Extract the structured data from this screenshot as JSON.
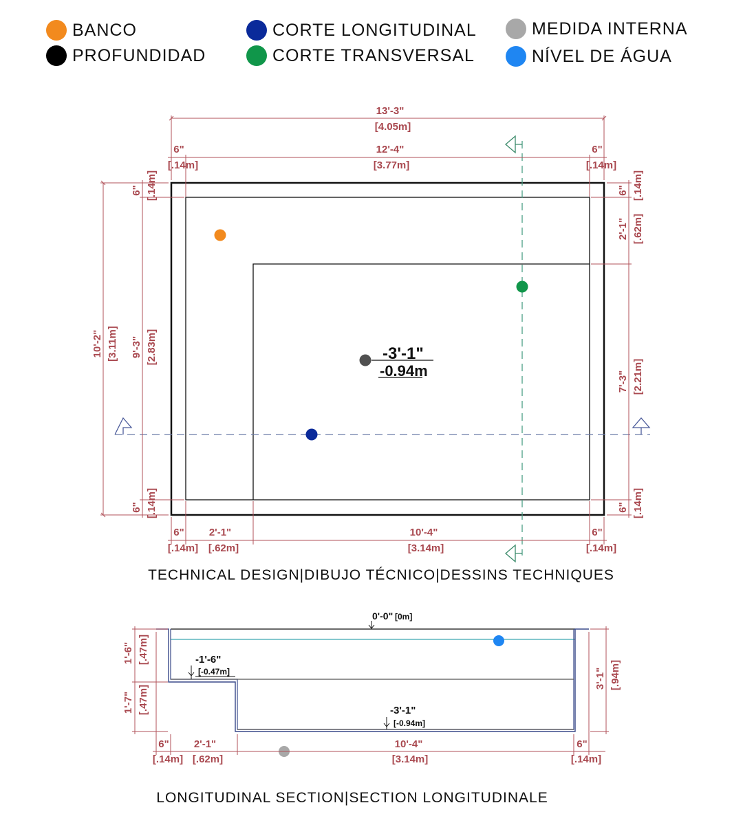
{
  "legend": [
    {
      "label": "BANCO",
      "color": "#f28a1e"
    },
    {
      "label": "PROFUNDIDAD",
      "color": "#000000"
    },
    {
      "label": "CORTE LONGITUDINAL",
      "color": "#0a2a9a"
    },
    {
      "label": "CORTE TRANSVERSAL",
      "color": "#10964a"
    },
    {
      "label": "MEDIDA INTERNA",
      "color": "#a8a8a8"
    },
    {
      "label": "NÍVEL DE ÁGUA",
      "color": "#1f86f2"
    }
  ],
  "plan": {
    "caption": "TECHNICAL DESIGN|DIBUJO TÉCNICO|DESSINS TECHNIQUES",
    "depth_imperial": "-3'-1\"",
    "depth_metric": "-0.94m",
    "top": {
      "total_imperial": "13'-3\"",
      "total_metric": "[4.05m]",
      "left_wall_imperial": "6\"",
      "left_wall_metric": "[.14m]",
      "inner_imperial": "12'-4\"",
      "inner_metric": "[3.77m]",
      "right_wall_imperial": "6\"",
      "right_wall_metric": "[.14m]"
    },
    "bottom": {
      "left_wall_imperial": "6\"",
      "left_wall_metric": "[.14m]",
      "bench_imperial": "2'-1\"",
      "bench_metric": "[.62m]",
      "deep_imperial": "10'-4\"",
      "deep_metric": "[3.14m]",
      "right_wall_imperial": "6\"",
      "right_wall_metric": "[.14m]"
    },
    "left": {
      "total_imperial": "10'-2\"",
      "total_metric": "[3.11m]",
      "inner_imperial": "9'-3\"",
      "inner_metric": "[2.83m]",
      "top_wall_imperial": "6\"",
      "top_wall_metric": "[.14m]",
      "bottom_wall_imperial": "6\"",
      "bottom_wall_metric": "[.14m]"
    },
    "right": {
      "top_wall_imperial": "6\"",
      "top_wall_metric": "[.14m]",
      "bench_imperial": "2'-1\"",
      "bench_metric": "[.62m]",
      "deep_imperial": "7'-3\"",
      "deep_metric": "[2.21m]",
      "bottom_wall_imperial": "6\"",
      "bottom_wall_metric": "[.14m]"
    }
  },
  "section": {
    "caption": "LONGITUDINAL SECTION|SECTION LONGITUDINALE",
    "top_level_imperial": "0'-0\"",
    "top_level_metric": "[0m]",
    "bench_level_imperial": "-1'-6\"",
    "bench_level_metric": "[-0.47m]",
    "bottom_level_imperial": "-3'-1\"",
    "bottom_level_metric": "[-0.94m]",
    "left_upper_imperial": "1'-6\"",
    "left_upper_metric": "[.47m]",
    "left_lower_imperial": "1'-7\"",
    "left_lower_metric": "[.47m]",
    "right_total_imperial": "3'-1\"",
    "right_total_metric": "[.94m]",
    "bottom": {
      "left_wall_imperial": "6\"",
      "left_wall_metric": "[.14m]",
      "bench_imperial": "2'-1\"",
      "bench_metric": "[.62m]",
      "deep_imperial": "10'-4\"",
      "deep_metric": "[3.14m]",
      "right_wall_imperial": "6\"",
      "right_wall_metric": "[.14m]"
    }
  }
}
